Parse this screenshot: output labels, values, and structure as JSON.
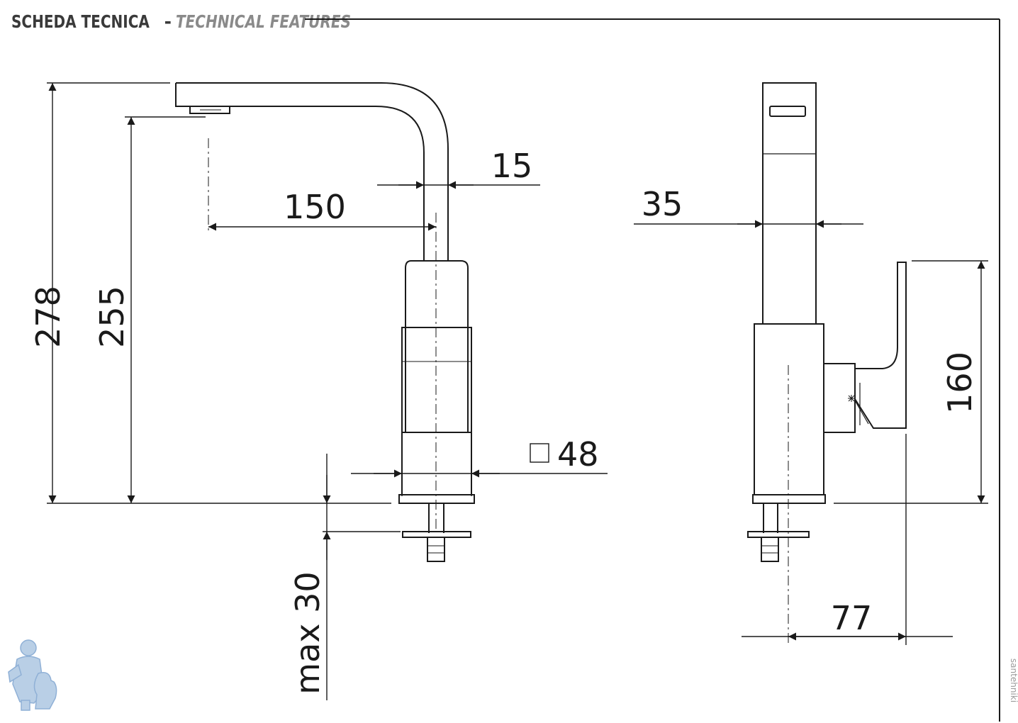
{
  "header": {
    "title_it": "SCHEDA TECNICA",
    "separator": "-",
    "title_en": "TECHNICAL FEATURES"
  },
  "dimensions": {
    "total_height": "278",
    "spout_height": "255",
    "spout_reach": "150",
    "spout_thickness": "15",
    "body_square": "48",
    "deck_thickness": "max 30",
    "spout_width": "35",
    "handle_height": "160",
    "handle_depth": "77"
  },
  "watermark": "santehniki",
  "colors": {
    "line": "#1a1a1a",
    "header_dark": "#3a3a3a",
    "header_light": "#8a8a8a",
    "logo": "#b9cfe6"
  }
}
